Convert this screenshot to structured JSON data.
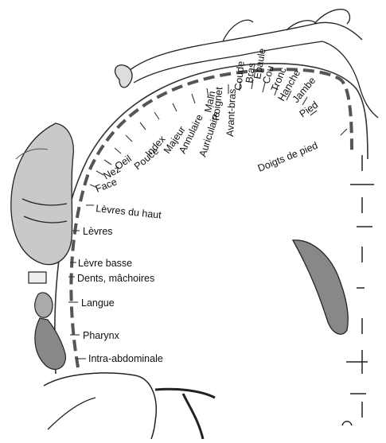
{
  "labels": {
    "pied": "Pied",
    "jambe": "Jambe",
    "hanche": "Hanche",
    "tronc": "Tronc",
    "cou": "Cou",
    "epaule": "Épaule",
    "bras": "Bras",
    "coude": "Coude",
    "avant_bras": "Avant-bras",
    "poignet": "Poignet",
    "main": "Main",
    "auriculaire": "Auriculaire",
    "annulaire": "Annulaire",
    "majeur": "Majeur",
    "index": "Index",
    "pouce": "Pouce",
    "oeil": "Oeil",
    "nez": "Nez",
    "face": "Face",
    "levres_haut": "Lèvres du haut",
    "levres": "Lèvres",
    "levre_basse": "Lèvre basse",
    "dents": "Dents, mâchoires",
    "langue": "Langue",
    "pharynx": "Pharynx",
    "intra_abdominale": "Intra-abdominale",
    "doigts_pied": "Doigts de pied"
  }
}
